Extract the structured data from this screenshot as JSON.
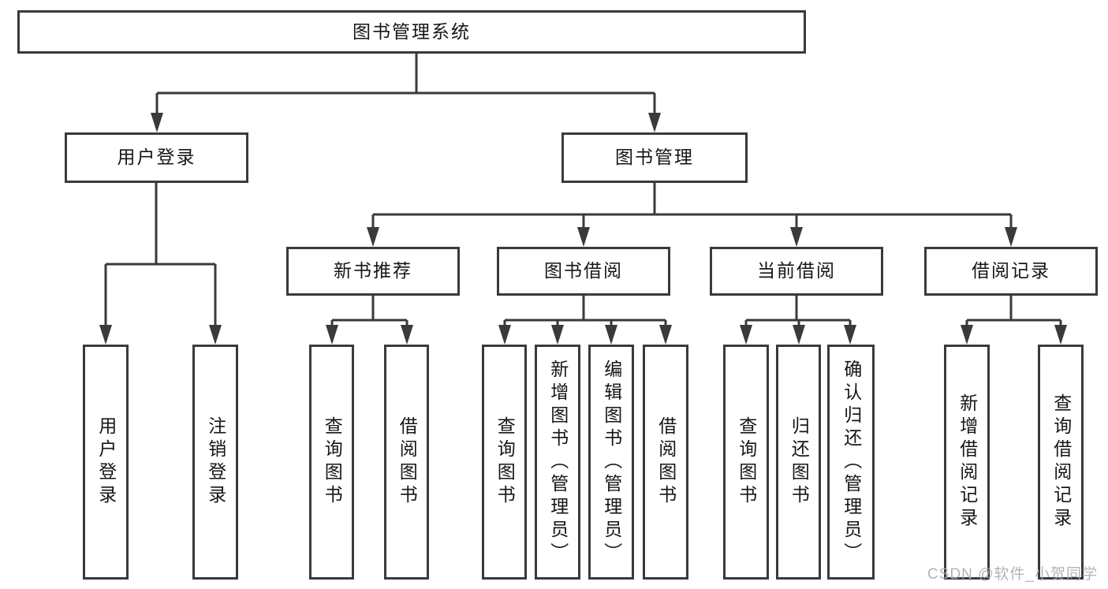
{
  "diagram": {
    "type": "hierarchy-tree",
    "watermark": "CSDN @软件_小贺同学",
    "colors": {
      "line": "#3a3a3a",
      "box_border": "#3a3a3a",
      "box_fill": "#ffffff",
      "text": "#161616",
      "background": "#ffffff",
      "watermark": "#aaaaaa"
    },
    "tree": {
      "label": "图书管理系统",
      "children": [
        {
          "label": "用户登录",
          "children": [
            {
              "label": "用户登录"
            },
            {
              "label": "注销登录"
            }
          ]
        },
        {
          "label": "图书管理",
          "children": [
            {
              "label": "新书推荐",
              "children": [
                {
                  "label": "查询图书"
                },
                {
                  "label": "借阅图书"
                }
              ]
            },
            {
              "label": "图书借阅",
              "children": [
                {
                  "label": "查询图书"
                },
                {
                  "label": "新增图书（管理员）"
                },
                {
                  "label": "编辑图书（管理员）"
                },
                {
                  "label": "借阅图书"
                }
              ]
            },
            {
              "label": "当前借阅",
              "children": [
                {
                  "label": "查询图书"
                },
                {
                  "label": "归还图书"
                },
                {
                  "label": "确认归还（管理员）"
                }
              ]
            },
            {
              "label": "借阅记录",
              "children": [
                {
                  "label": "新增借阅记录"
                },
                {
                  "label": "查询借阅记录"
                }
              ]
            }
          ]
        }
      ]
    }
  }
}
